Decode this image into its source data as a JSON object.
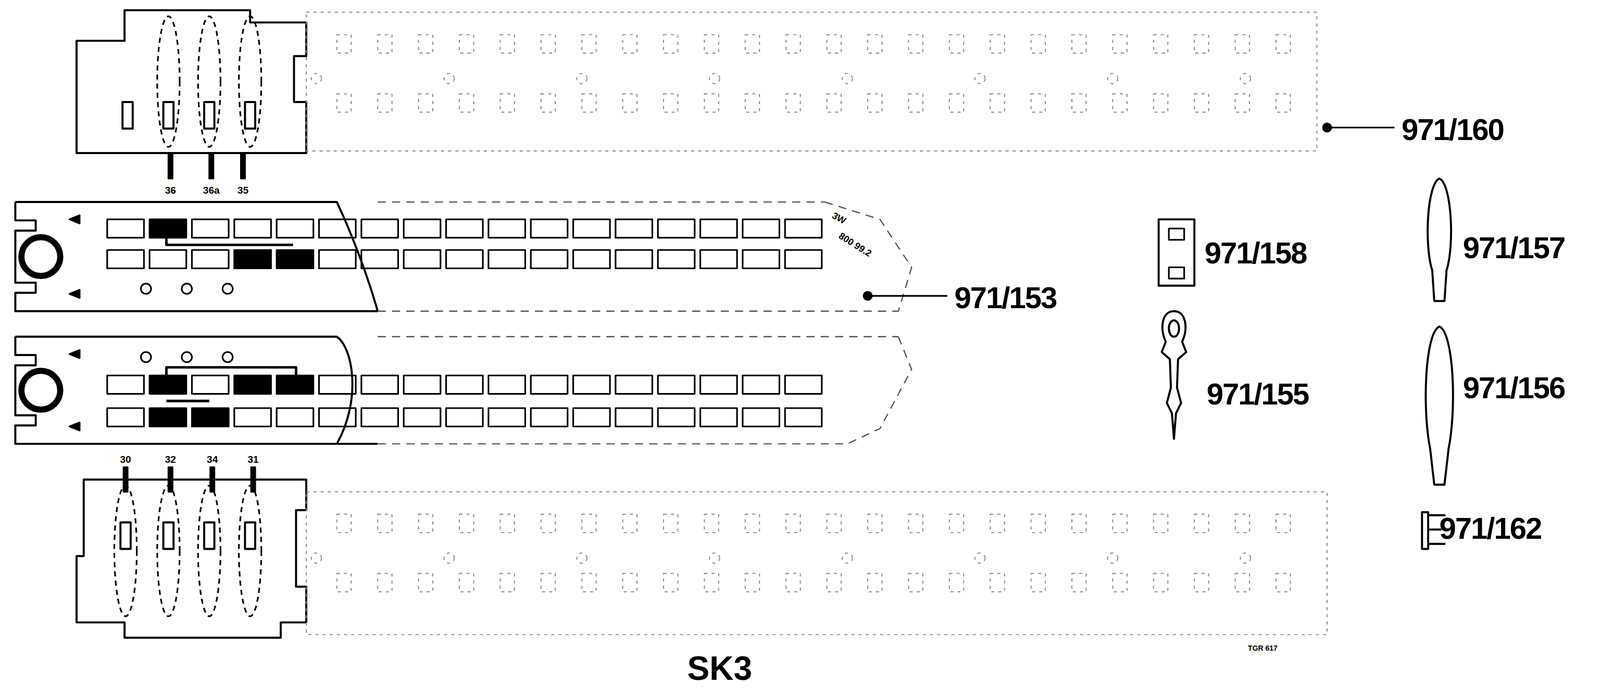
{
  "diagram": {
    "caption": "SK3",
    "labels": [
      "971/160",
      "36",
      "36a",
      "35",
      "3W",
      "800 99.2",
      "971/153",
      "971/158",
      "971/157",
      "971/155",
      "971/156",
      "30",
      "32",
      "34",
      "31",
      "971/162",
      "TGR 617"
    ]
  }
}
